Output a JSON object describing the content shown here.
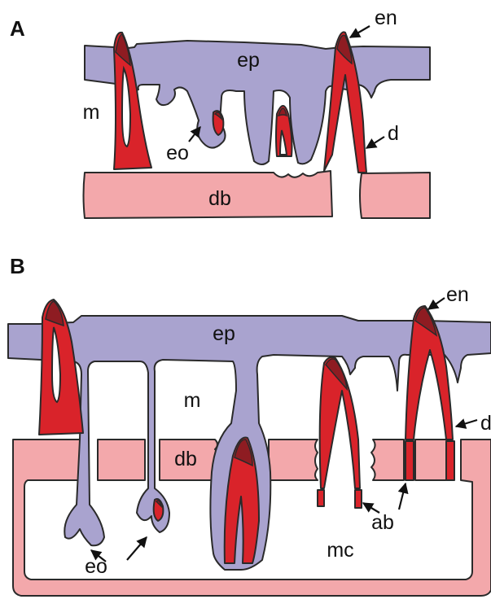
{
  "panels": {
    "a": {
      "letter": "A",
      "labels": {
        "ep": "ep",
        "m": "m",
        "eo": "eo",
        "en": "en",
        "d": "d",
        "db": "db"
      }
    },
    "b": {
      "letter": "B",
      "labels": {
        "ep": "ep",
        "m": "m",
        "db": "db",
        "eo": "eo",
        "mc": "mc",
        "ab": "ab",
        "en": "en",
        "d": "d"
      }
    }
  },
  "colors": {
    "epithelium": "#a9a3cf",
    "dermal_bone": "#f3a8ab",
    "tooth": "#d9232a",
    "enameloid": "#8e1c22"
  }
}
